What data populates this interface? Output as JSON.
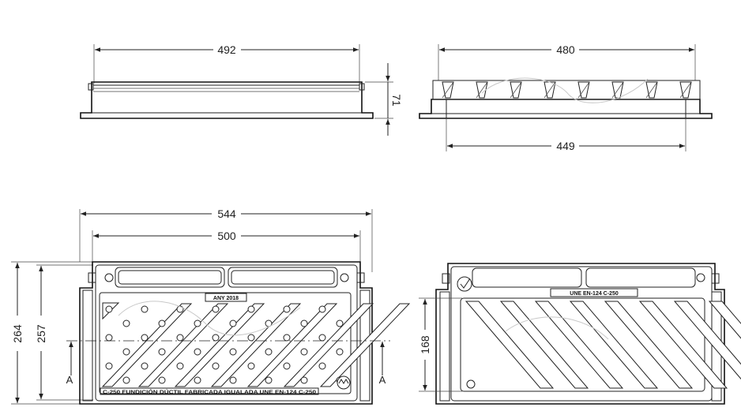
{
  "dimensions": {
    "top_left_width": "492",
    "height_side": "71",
    "top_right_width": "480",
    "bottom_right_inner": "449",
    "overall_width": "544",
    "inner_width": "500",
    "overall_height": "264",
    "inner_height": "257",
    "grate_height": "168"
  },
  "section_marks": {
    "left": "A",
    "right": "A"
  },
  "markings": {
    "year_plate": "ANY  2018",
    "bottom_text": "C-250 FUNDICIÓN DÚCTIL  FABRICADA IGUALADA UNE EN-124 C-250",
    "right_plate": "UNE EN-124 C-250"
  }
}
